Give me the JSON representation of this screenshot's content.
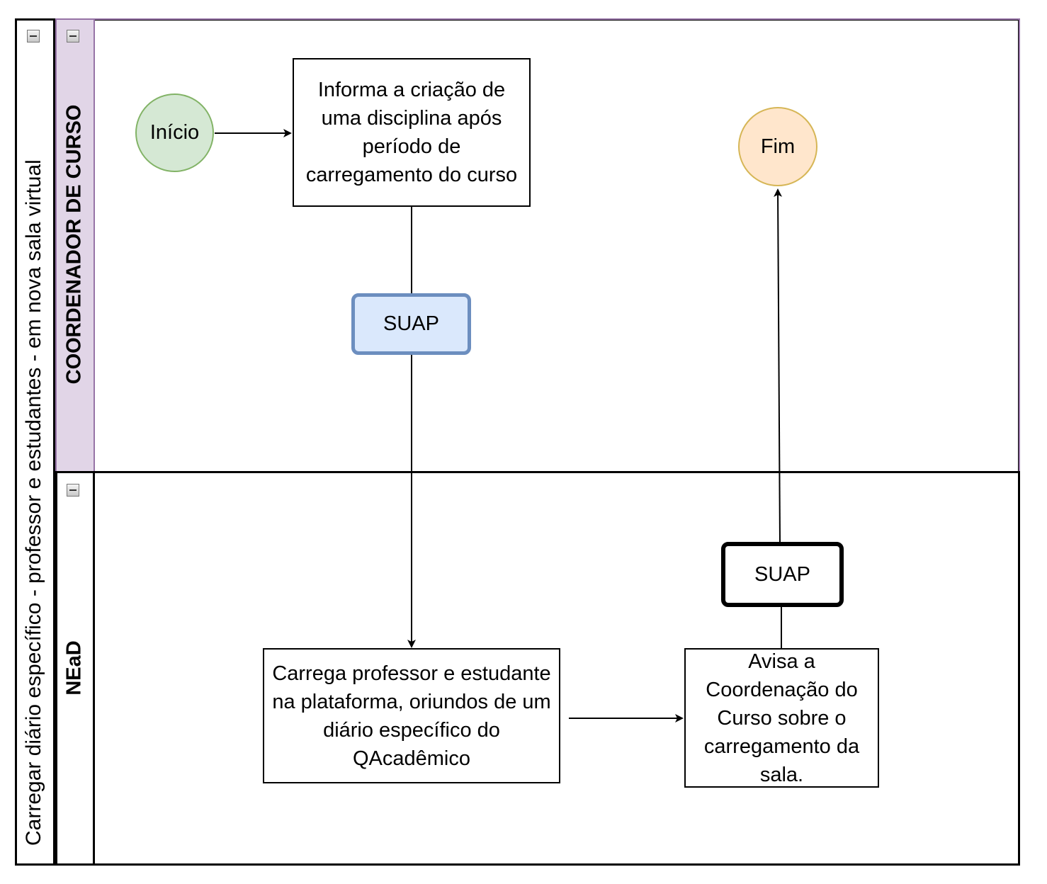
{
  "pool": {
    "title": "Carregar diário específico - professor e estudantes - em nova sala virtual"
  },
  "lanes": {
    "coordinator": {
      "title": "COORDENADOR DE CURSO"
    },
    "nead": {
      "title": "NEaD"
    }
  },
  "nodes": {
    "start": "Início",
    "inform": "Informa a criação de uma disciplina após período de carregamento do curso",
    "suap_top": "SUAP",
    "load": "Carrega professor e estudante na plataforma, oriundos de um diário específico do QAcadêmico",
    "notify": "Avisa a Coordenação do Curso sobre o carregamento da sala.",
    "suap_bottom": "SUAP",
    "end": "Fim"
  },
  "colors": {
    "lane_header_fill": "#e1d5e7",
    "lane_border": "#9673a6",
    "start_fill": "#d5e8d4",
    "start_stroke": "#82b366",
    "end_fill": "#ffe6cc",
    "end_stroke": "#d6b656",
    "suap_fill": "#dae8fc",
    "suap_stroke": "#6c8ebf"
  }
}
